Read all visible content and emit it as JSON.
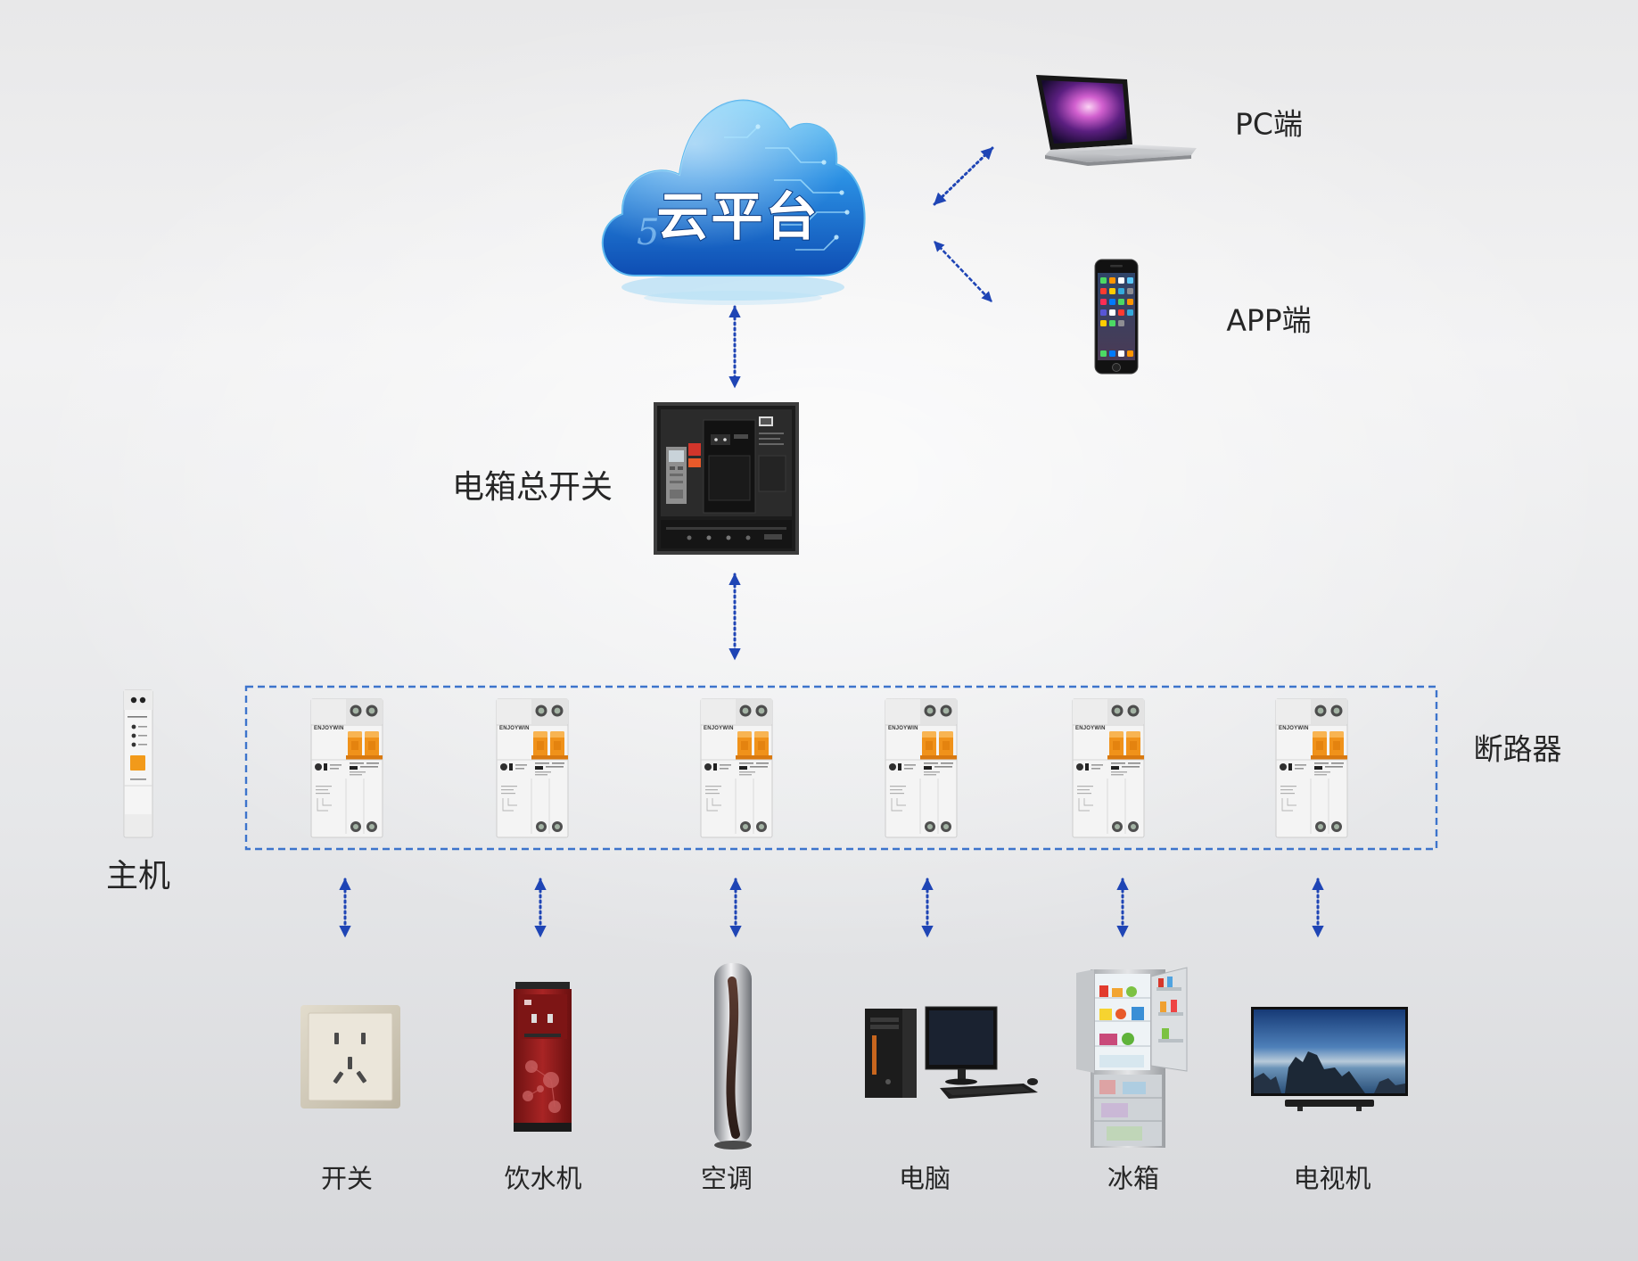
{
  "cloud": {
    "title": "云平台",
    "mark": "5",
    "icon": "cloud-icon"
  },
  "clients": [
    {
      "label": "PC端",
      "icon": "laptop-icon"
    },
    {
      "label": "APP端",
      "icon": "smartphone-icon"
    }
  ],
  "main_switch": {
    "label": "电箱总开关",
    "icon": "main-breaker-icon"
  },
  "host": {
    "label": "主机",
    "icon": "host-module-icon"
  },
  "breakers": {
    "label": "断路器",
    "brand": "ENJOYWIN",
    "icon": "circuit-breaker-icon"
  },
  "appliances": [
    {
      "label": "开关",
      "icon": "wall-socket-icon"
    },
    {
      "label": "饮水机",
      "icon": "water-dispenser-icon"
    },
    {
      "label": "空调",
      "icon": "air-conditioner-icon"
    },
    {
      "label": "电脑",
      "icon": "desktop-computer-icon"
    },
    {
      "label": "冰箱",
      "icon": "refrigerator-icon"
    },
    {
      "label": "电视机",
      "icon": "television-icon"
    }
  ],
  "colors": {
    "connector": "#1f45b5",
    "frame": "#3d74cc",
    "text": "#262626",
    "cloud": "#1e7fd8",
    "breaker_handle": "#f0921a"
  }
}
